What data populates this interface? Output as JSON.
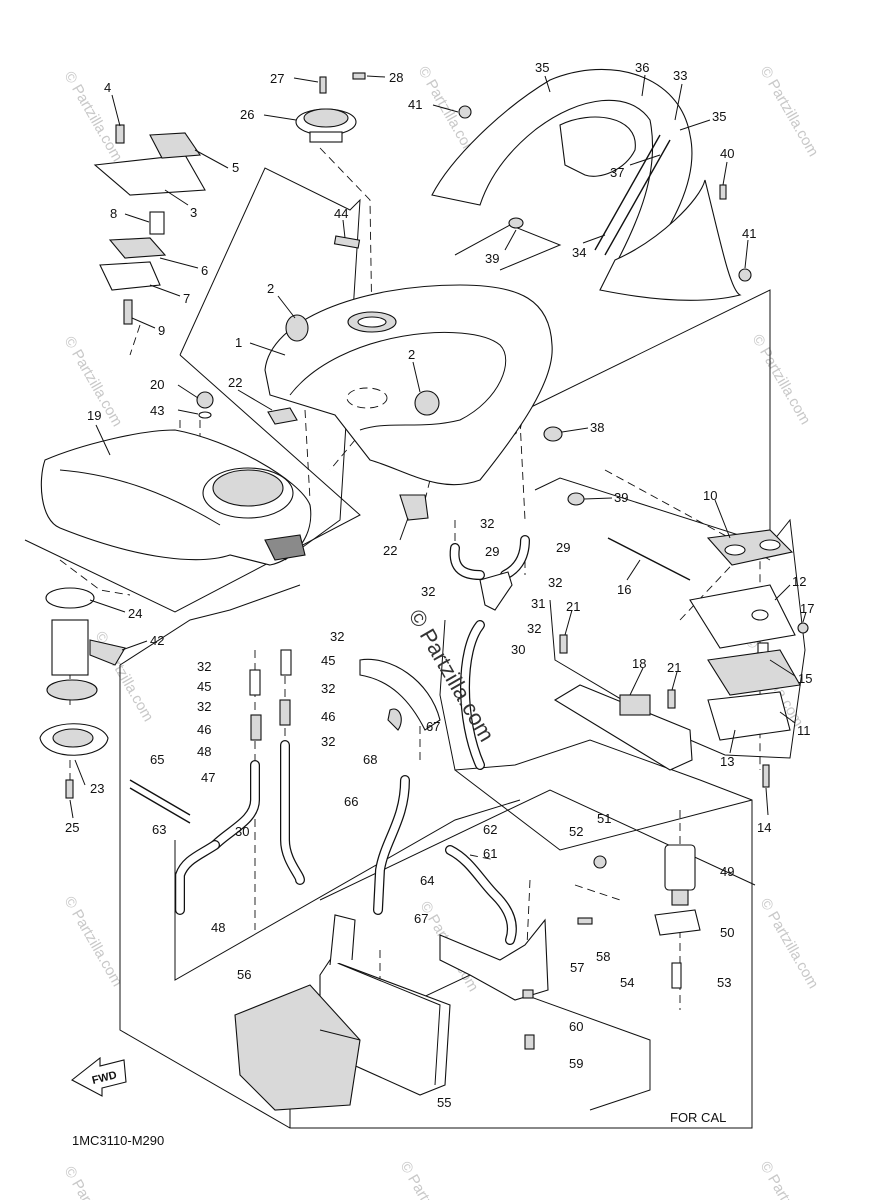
{
  "diagram": {
    "code": "1MC3110-M290",
    "for_cal": "FOR CAL",
    "fwd": "FWD",
    "watermark_text": "© Partzilla.com",
    "watermark_center": "© Partzilla.com"
  },
  "callouts": [
    {
      "id": "c4",
      "text": "4"
    },
    {
      "id": "c5",
      "text": "5"
    },
    {
      "id": "c8",
      "text": "8"
    },
    {
      "id": "c3",
      "text": "3"
    },
    {
      "id": "c6",
      "text": "6"
    },
    {
      "id": "c7",
      "text": "7"
    },
    {
      "id": "c9",
      "text": "9"
    },
    {
      "id": "c27",
      "text": "27"
    },
    {
      "id": "c28",
      "text": "28"
    },
    {
      "id": "c26",
      "text": "26"
    },
    {
      "id": "c44",
      "text": "44"
    },
    {
      "id": "c2a",
      "text": "2"
    },
    {
      "id": "c1",
      "text": "1"
    },
    {
      "id": "c2b",
      "text": "2"
    },
    {
      "id": "c20",
      "text": "20"
    },
    {
      "id": "c43",
      "text": "43"
    },
    {
      "id": "c22a",
      "text": "22"
    },
    {
      "id": "c19",
      "text": "19"
    },
    {
      "id": "c22b",
      "text": "22"
    },
    {
      "id": "c24",
      "text": "24"
    },
    {
      "id": "c42",
      "text": "42"
    },
    {
      "id": "c23",
      "text": "23"
    },
    {
      "id": "c25",
      "text": "25"
    },
    {
      "id": "c35a",
      "text": "35"
    },
    {
      "id": "c36",
      "text": "36"
    },
    {
      "id": "c33",
      "text": "33"
    },
    {
      "id": "c35b",
      "text": "35"
    },
    {
      "id": "c41a",
      "text": "41"
    },
    {
      "id": "c37",
      "text": "37"
    },
    {
      "id": "c40",
      "text": "40"
    },
    {
      "id": "c34",
      "text": "34"
    },
    {
      "id": "c39a",
      "text": "39"
    },
    {
      "id": "c41b",
      "text": "41"
    },
    {
      "id": "c38",
      "text": "38"
    },
    {
      "id": "c39b",
      "text": "39"
    },
    {
      "id": "c10",
      "text": "10"
    },
    {
      "id": "c12",
      "text": "12"
    },
    {
      "id": "c17",
      "text": "17"
    },
    {
      "id": "c16",
      "text": "16"
    },
    {
      "id": "c21a",
      "text": "21"
    },
    {
      "id": "c18",
      "text": "18"
    },
    {
      "id": "c21b",
      "text": "21"
    },
    {
      "id": "c15",
      "text": "15"
    },
    {
      "id": "c11",
      "text": "11"
    },
    {
      "id": "c13",
      "text": "13"
    },
    {
      "id": "c14",
      "text": "14"
    },
    {
      "id": "c32a",
      "text": "32"
    },
    {
      "id": "c29a",
      "text": "29"
    },
    {
      "id": "c29b",
      "text": "29"
    },
    {
      "id": "c32b",
      "text": "32"
    },
    {
      "id": "c32c",
      "text": "32"
    },
    {
      "id": "c31",
      "text": "31"
    },
    {
      "id": "c32d",
      "text": "32"
    },
    {
      "id": "c30a",
      "text": "30"
    },
    {
      "id": "c32e",
      "text": "32"
    },
    {
      "id": "c32f",
      "text": "32"
    },
    {
      "id": "c45a",
      "text": "45"
    },
    {
      "id": "c45b",
      "text": "45"
    },
    {
      "id": "c32g",
      "text": "32"
    },
    {
      "id": "c32h",
      "text": "32"
    },
    {
      "id": "c46a",
      "text": "46"
    },
    {
      "id": "c46b",
      "text": "46"
    },
    {
      "id": "c48a",
      "text": "48"
    },
    {
      "id": "c32i",
      "text": "32"
    },
    {
      "id": "c67a",
      "text": "67"
    },
    {
      "id": "c68",
      "text": "68"
    },
    {
      "id": "c65",
      "text": "65"
    },
    {
      "id": "c47",
      "text": "47"
    },
    {
      "id": "c30b",
      "text": "30"
    },
    {
      "id": "c63",
      "text": "63"
    },
    {
      "id": "c48b",
      "text": "48"
    },
    {
      "id": "c66",
      "text": "66"
    },
    {
      "id": "c62",
      "text": "62"
    },
    {
      "id": "c61",
      "text": "61"
    },
    {
      "id": "c64",
      "text": "64"
    },
    {
      "id": "c67b",
      "text": "67"
    },
    {
      "id": "c52",
      "text": "52"
    },
    {
      "id": "c51",
      "text": "51"
    },
    {
      "id": "c49",
      "text": "49"
    },
    {
      "id": "c58",
      "text": "58"
    },
    {
      "id": "c50",
      "text": "50"
    },
    {
      "id": "c57",
      "text": "57"
    },
    {
      "id": "c54",
      "text": "54"
    },
    {
      "id": "c53",
      "text": "53"
    },
    {
      "id": "c56",
      "text": "56"
    },
    {
      "id": "c60",
      "text": "60"
    },
    {
      "id": "c59",
      "text": "59"
    },
    {
      "id": "c55",
      "text": "55"
    }
  ]
}
